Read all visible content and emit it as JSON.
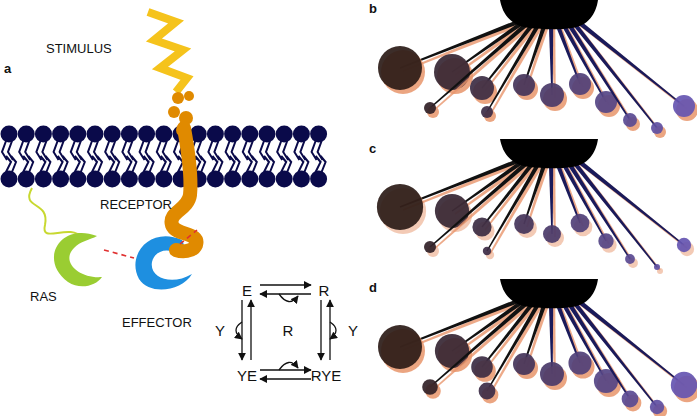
{
  "diagram": {
    "labels": [
      "a",
      "STIMULUS",
      "RECEPTOR",
      "RAS",
      "EFFECTOR",
      "E",
      "R",
      "Y",
      "R",
      "Y",
      "YE",
      "RYE",
      "b",
      "c",
      "d"
    ]
  }
}
